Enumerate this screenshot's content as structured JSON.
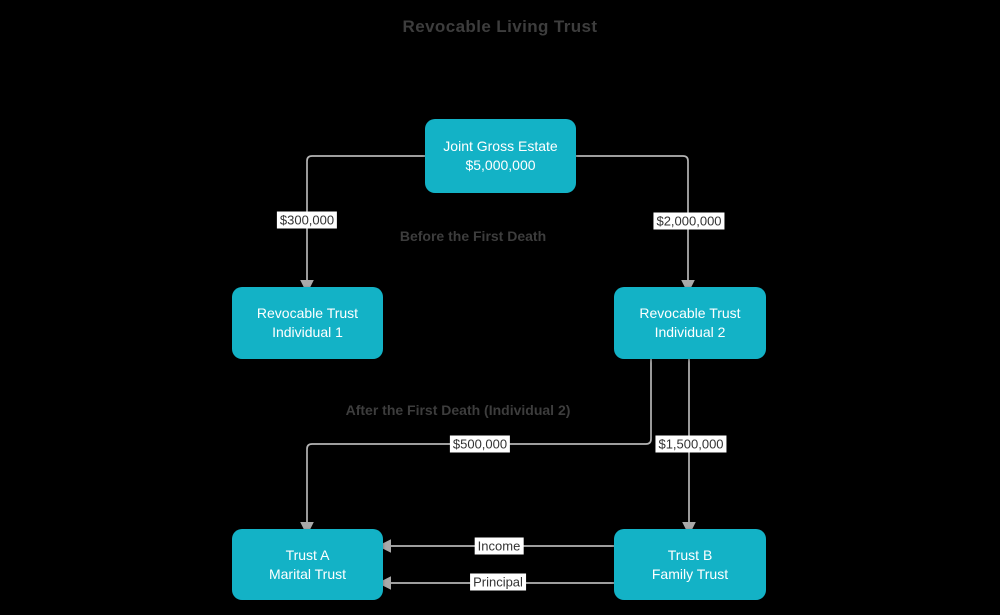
{
  "title": "Revocable Living Trust",
  "colors": {
    "background": "#000000",
    "node_fill": "#13b2c6",
    "node_text": "#ffffff",
    "edge_line": "#b5b5b5",
    "arrowhead": "#a9a9a9",
    "edge_label_bg": "#ffffff",
    "edge_label_text": "#333333",
    "heading_text": "#3d3d3d"
  },
  "nodes": [
    {
      "id": "joint-gross-estate",
      "line1": "Joint Gross Estate",
      "line2": "$5,000,000"
    },
    {
      "id": "revocable-trust-individual-1",
      "line1": "Revocable Trust",
      "line2": "Individual 1"
    },
    {
      "id": "revocable-trust-individual-2",
      "line1": "Revocable Trust",
      "line2": "Individual 2"
    },
    {
      "id": "trust-a-marital-trust",
      "line1": "Trust A",
      "line2": "Marital Trust"
    },
    {
      "id": "trust-b-family-trust",
      "line1": "Trust B",
      "line2": "Family Trust"
    }
  ],
  "section_labels": [
    {
      "text": "Before the First Death"
    },
    {
      "text": "After the First Death (Individual 2)"
    }
  ],
  "edges": [
    {
      "from": "joint-gross-estate",
      "to": "revocable-trust-individual-1",
      "label": "$300,000"
    },
    {
      "from": "joint-gross-estate",
      "to": "revocable-trust-individual-2",
      "label": "$2,000,000"
    },
    {
      "from": "revocable-trust-individual-2",
      "to": "trust-a-marital-trust",
      "label": "$500,000"
    },
    {
      "from": "revocable-trust-individual-2",
      "to": "trust-b-family-trust",
      "label": "$1,500,000"
    },
    {
      "from": "trust-b-family-trust",
      "to": "trust-a-marital-trust",
      "label": "Income"
    },
    {
      "from": "trust-b-family-trust",
      "to": "trust-a-marital-trust",
      "label": "Principal"
    }
  ]
}
